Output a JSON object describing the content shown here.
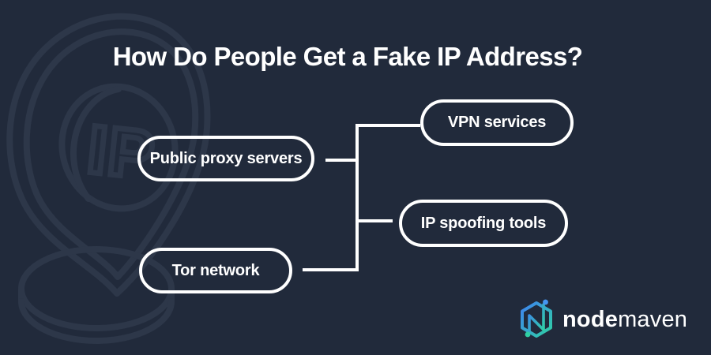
{
  "title": {
    "text": "How Do People Get a Fake IP Address?"
  },
  "nodes": {
    "public_proxy": {
      "label": "Public proxy servers"
    },
    "vpn": {
      "label": "VPN services"
    },
    "ip_spoofing": {
      "label": "IP spoofing tools"
    },
    "tor": {
      "label": "Tor network"
    }
  },
  "watermark": {
    "label": "IP",
    "icon": "isometric-location-pin"
  },
  "logo": {
    "brand_bold": "node",
    "brand_light": "maven",
    "icon": "hexagon-n-node"
  },
  "colors": {
    "background": "#212a3b",
    "watermark_stroke": "#2d3749",
    "line": "#ffffff",
    "pill_border": "#ffffff",
    "text": "#ffffff",
    "logo_gradient_start": "#3e82f0",
    "logo_gradient_end": "#2fd0a4"
  }
}
